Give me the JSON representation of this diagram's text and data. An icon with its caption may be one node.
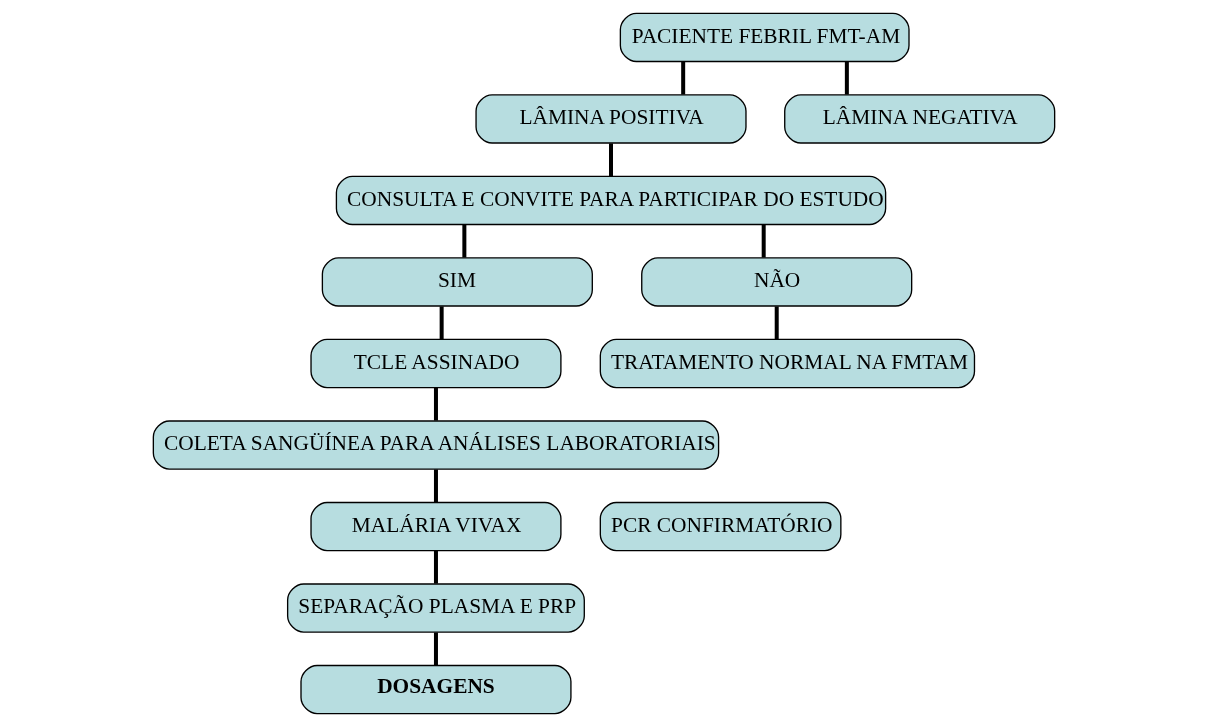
{
  "diagram": {
    "nodes": [
      {
        "text": [
          "PACIENTE FEBRIL FMT-AM"
        ]
      },
      {
        "text": [
          "LÂMINA POSITIVA"
        ]
      },
      {
        "text": [
          "LÂMINA NEGATIVA"
        ]
      },
      {
        "text": [
          "CONSULTA E CONVITE PARA PARTICIPAR DO ESTUDO"
        ]
      },
      {
        "text": [
          "SIM"
        ]
      },
      {
        "text": [
          "NÃO"
        ]
      },
      {
        "text": [
          "TCLE ASSINADO"
        ]
      },
      {
        "text": [
          "TRATAMENTO NORMAL NA FMTAM"
        ]
      },
      {
        "text": [
          "COLETA SANGÜÍNEA PARA ANÁLISES LABORATORIAIS"
        ]
      },
      {
        "text": [
          "MALÁRIA VIVAX"
        ]
      },
      {
        "text": [
          "PCR CONFIRMATÓRIO"
        ]
      },
      {
        "text": [
          "SEPARAÇÃO PLASMA E PRP"
        ]
      },
      {
        "text": [
          "DOSAGENS"
        ]
      }
    ],
    "edges": [
      {
        "from": 0,
        "to": 1,
        "arrow": "none"
      },
      {
        "from": 0,
        "to": 2,
        "arrow": "none"
      },
      {
        "from": 1,
        "to": 3,
        "arrow": "none"
      },
      {
        "from": 3,
        "to": 4,
        "arrow": "none"
      },
      {
        "from": 3,
        "to": 5,
        "arrow": "none"
      },
      {
        "from": 4,
        "to": 6,
        "arrow": "none"
      },
      {
        "from": 5,
        "to": 7,
        "arrow": "none"
      },
      {
        "from": 6,
        "to": 8,
        "arrow": "none"
      },
      {
        "from": 8,
        "to": 9,
        "arrow": "none"
      },
      {
        "from": 9,
        "to": 11,
        "arrow": "none"
      },
      {
        "from": 11,
        "to": 12,
        "arrow": "none"
      }
    ]
  }
}
